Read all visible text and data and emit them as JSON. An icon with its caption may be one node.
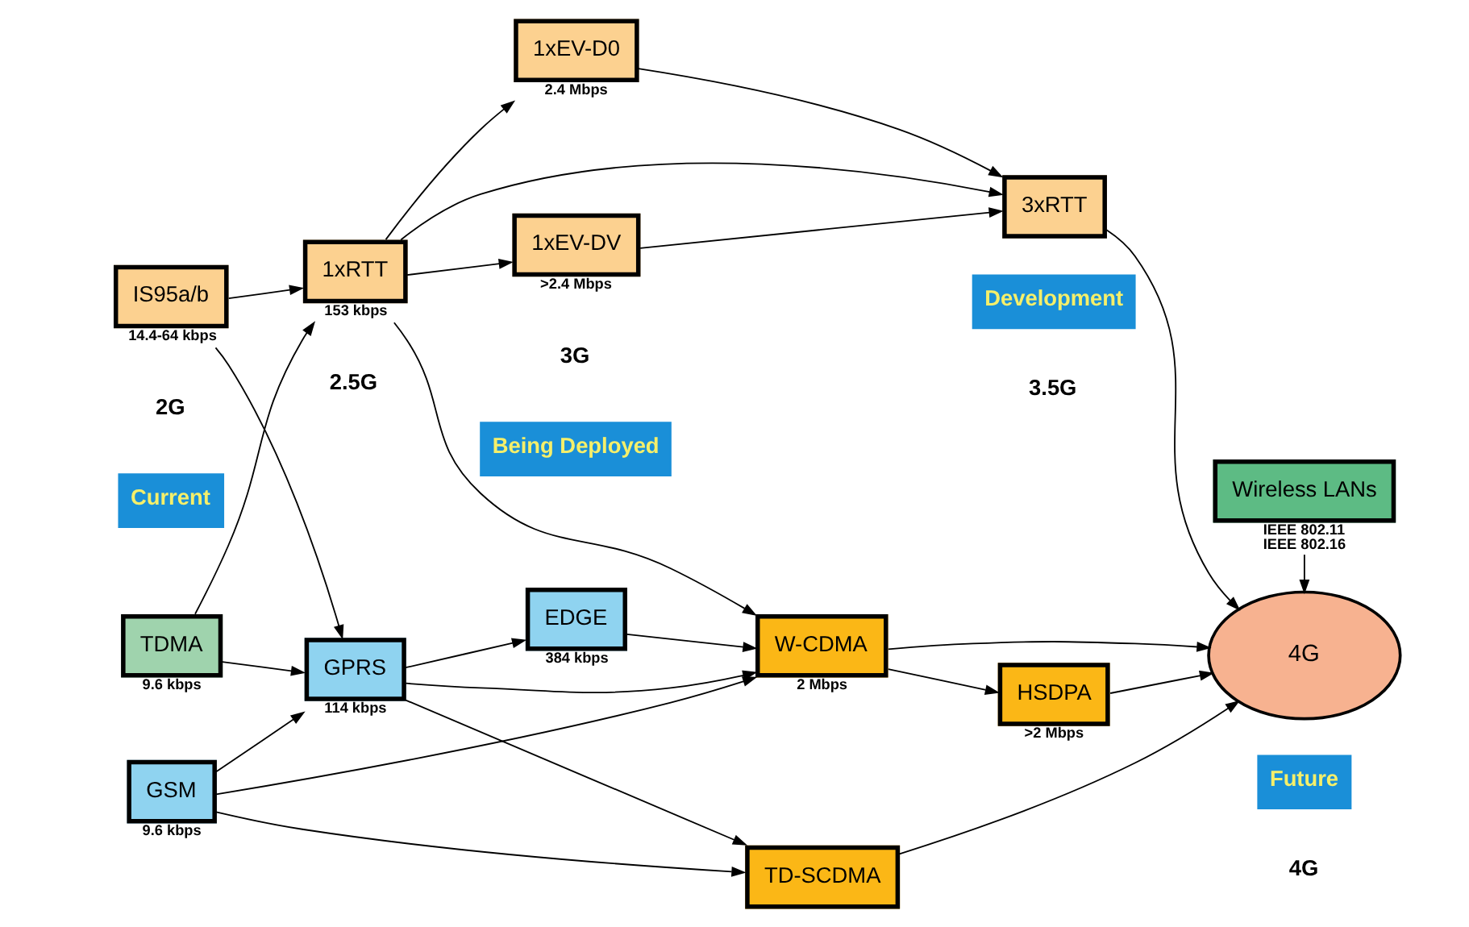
{
  "diagram": {
    "nodes": [
      {
        "text": [
          "GSM"
        ],
        "beside": [
          "9.6 kbps"
        ]
      },
      {
        "text": [
          "GPRS"
        ],
        "beside": [
          "114 kbps"
        ]
      },
      {
        "text": [
          "EDGE"
        ],
        "beside": [
          "384 kbps"
        ]
      },
      {
        "text": [
          "HSDPA"
        ],
        "beside": [
          ">2 Mbps"
        ]
      },
      {
        "text": [
          "Wireless LANs"
        ],
        "beside": [
          "IEEE 802.11",
          "IEEE 802.16"
        ]
      },
      {
        "text": [
          "TDMA"
        ],
        "beside": [
          "9.6 kbps"
        ]
      },
      {
        "text": [
          "W-CDMA"
        ],
        "beside": [
          "2 Mbps"
        ]
      },
      {
        "text": [
          "TD-SCDMA"
        ]
      },
      {
        "text": [
          "4G"
        ]
      },
      {
        "text": [
          "1xEV-D0"
        ],
        "beside": [
          "2.4 Mbps"
        ]
      },
      {
        "text": [
          "IS95a/b"
        ],
        "beside": [
          "14.4-64 kbps"
        ]
      },
      {
        "text": [
          "1xRTT"
        ],
        "beside": [
          "153 kbps"
        ]
      },
      {
        "text": [
          "3xRTT"
        ]
      },
      {
        "text": [
          "1xEV-DV"
        ],
        "beside": [
          ">2.4 Mbps"
        ]
      }
    ],
    "edges": [
      {
        "from": 0,
        "to": 1,
        "arrow": "to"
      },
      {
        "from": 0,
        "to": 6,
        "arrow": "to"
      },
      {
        "from": 0,
        "to": 7,
        "arrow": "to"
      },
      {
        "from": 1,
        "to": 2,
        "arrow": "to"
      },
      {
        "from": 1,
        "to": 6,
        "arrow": "to"
      },
      {
        "from": 1,
        "to": 7,
        "arrow": "to"
      },
      {
        "from": 2,
        "to": 6,
        "arrow": "to"
      },
      {
        "from": 6,
        "to": 3,
        "arrow": "to"
      },
      {
        "from": 6,
        "to": 8,
        "arrow": "to"
      },
      {
        "from": 7,
        "to": 8,
        "arrow": "to"
      },
      {
        "from": 3,
        "to": 8,
        "arrow": "to"
      },
      {
        "from": 4,
        "to": 8,
        "arrow": "to"
      },
      {
        "from": 5,
        "to": 1,
        "arrow": "to"
      },
      {
        "from": 5,
        "to": 11,
        "arrow": "to"
      },
      {
        "from": 10,
        "to": 1,
        "arrow": "to"
      },
      {
        "from": 10,
        "to": 11,
        "arrow": "to"
      },
      {
        "from": 11,
        "to": 6,
        "arrow": "to"
      },
      {
        "from": 11,
        "to": 9,
        "arrow": "to"
      },
      {
        "from": 11,
        "to": 12,
        "arrow": "to"
      },
      {
        "from": 11,
        "to": 13,
        "arrow": "to"
      },
      {
        "from": 9,
        "to": 12,
        "arrow": "to"
      },
      {
        "from": 13,
        "to": 12,
        "arrow": "to"
      },
      {
        "from": 12,
        "to": 8,
        "arrow": "to"
      }
    ],
    "labels": [
      "2G",
      "2.5G",
      "3G",
      "3.5G",
      "4G",
      "Current",
      "Being Deployed",
      "Development",
      "Future"
    ]
  }
}
